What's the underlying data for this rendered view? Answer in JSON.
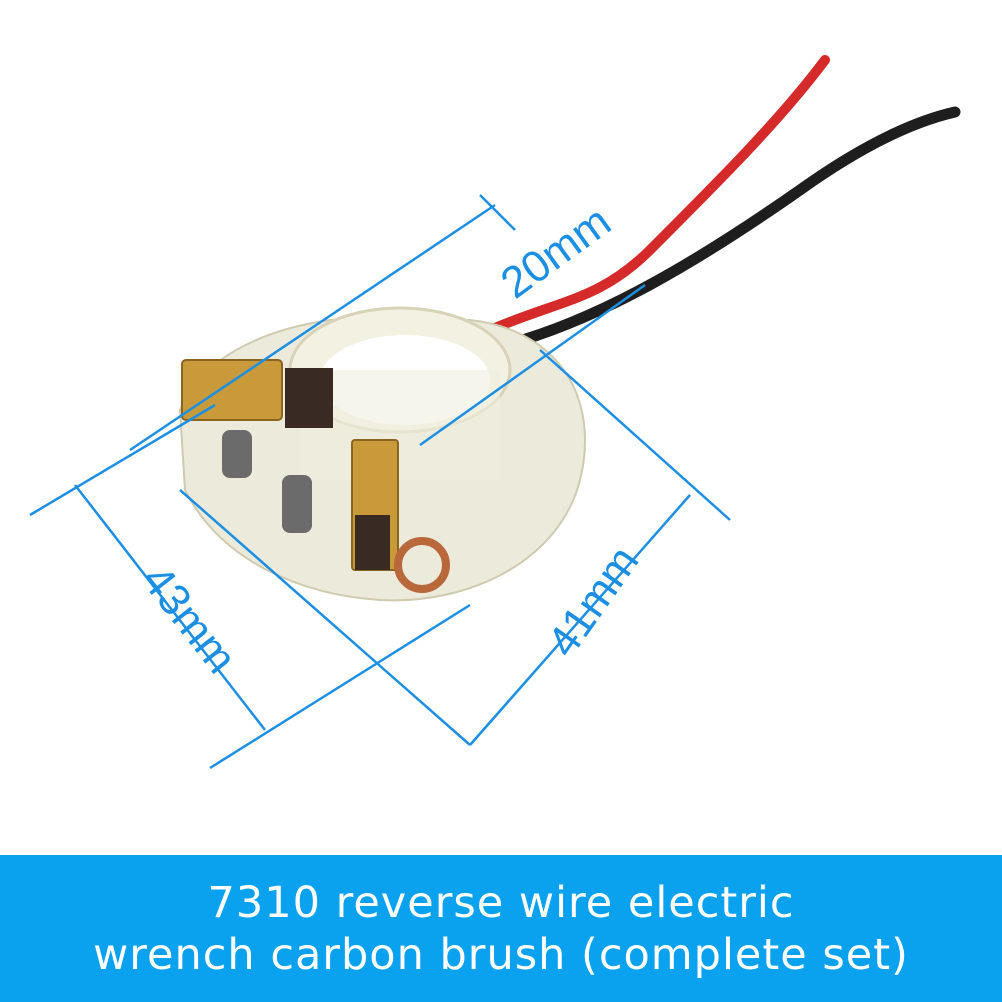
{
  "product": {
    "dimensions": {
      "width_label": "20mm",
      "length_label": "43mm",
      "depth_label": "41mm"
    },
    "caption": {
      "line1": "7310 reverse wire electric",
      "line2": "wrench carbon brush (complete set)"
    }
  },
  "colors": {
    "banner": "#0aa2ef",
    "dimension_lines": "#1c8fe3",
    "wire_red": "#d42a2a",
    "wire_black": "#1e1e1e",
    "brass": "#c99a3a"
  }
}
